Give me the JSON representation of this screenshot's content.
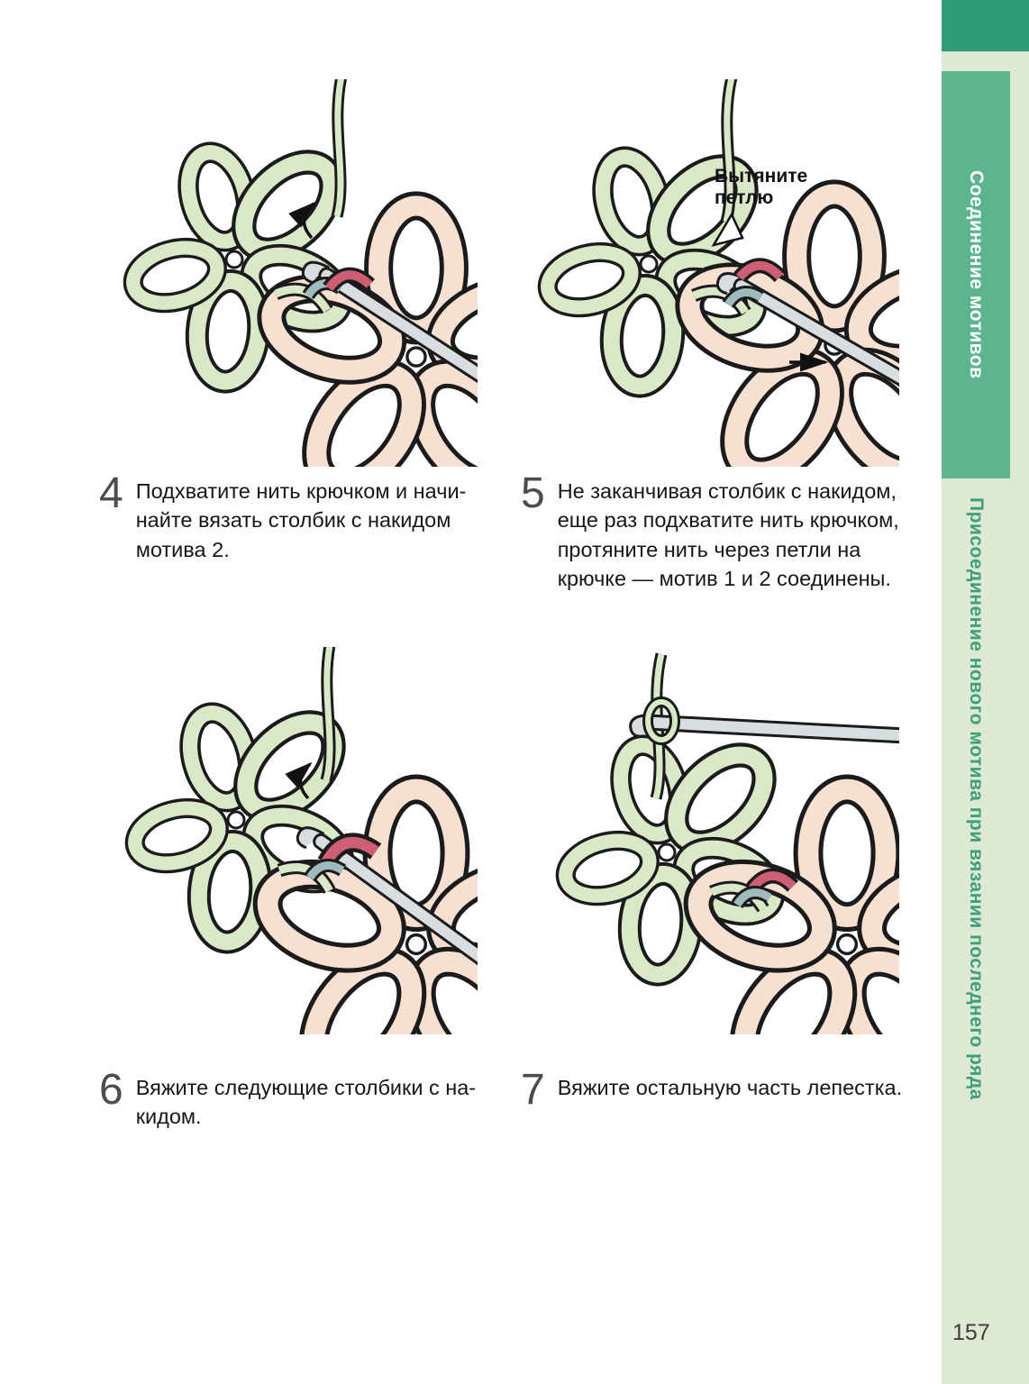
{
  "page_number": "157",
  "sidebar": {
    "section_tab": "Соединение мотивов",
    "section_label": "Присоединение нового мотива при вязании последнего ряда"
  },
  "steps": [
    {
      "number": "4",
      "caption": "Подхватите нить крючком и начи-\nнайте вязать столбик с накидом\nмотива 2."
    },
    {
      "number": "5",
      "caption": "Не заканчивая столбик с накидом,\nеще раз подхватите нить крючком,\nпротяните нить через петли на\nкрючке — мотив 1 и 2 соединены."
    },
    {
      "number": "6",
      "caption": "Вяжите следующие столбики с на-\nкидом."
    },
    {
      "number": "7",
      "caption": "Вяжите остальную часть лепестка."
    }
  ],
  "annotations": {
    "step5_label": "Вытяните\nпетлю"
  },
  "illustrations": {
    "motif1_color_name": "green",
    "motif2_color_name": "pink",
    "colors": {
      "yarn_green": "#d9e8c6",
      "yarn_pink": "#f7dfd2",
      "accent_red": "#cd5f74",
      "accent_gray_blue": "#9fbabd",
      "tab_green": "#5db590",
      "tab_dark_green": "#2e9a76",
      "sidebar_bg": "#dde9d3"
    }
  }
}
